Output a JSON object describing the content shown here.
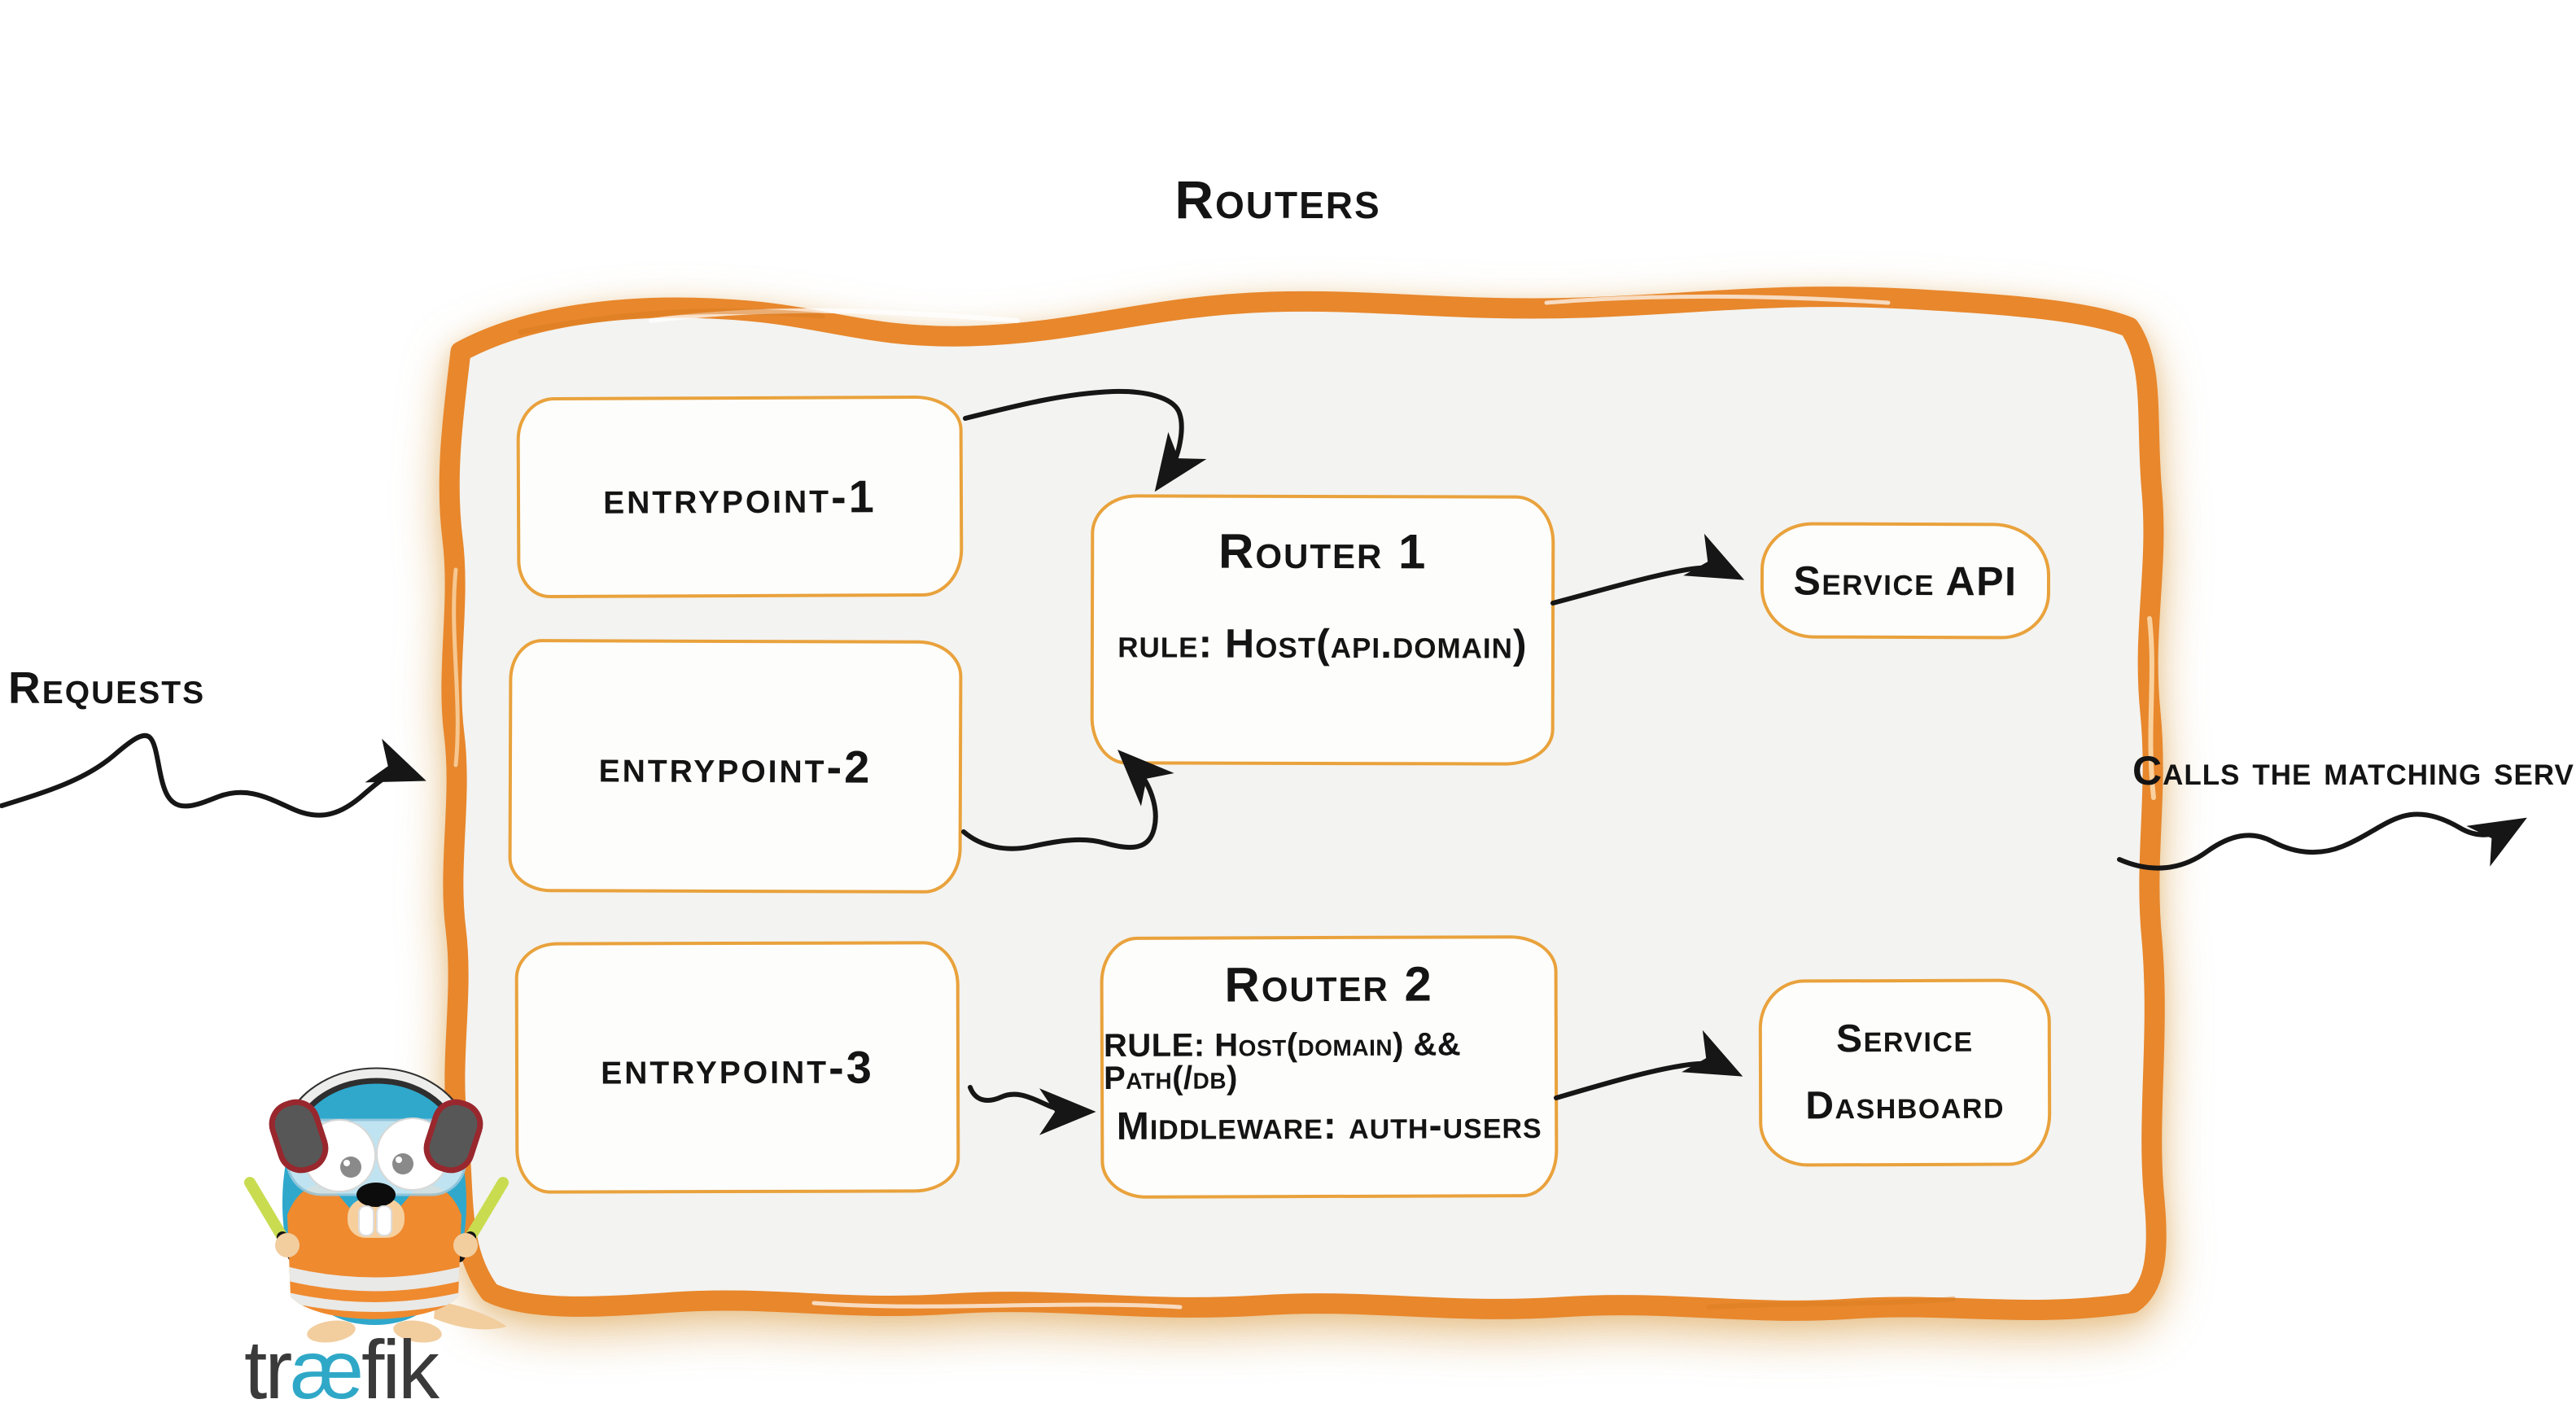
{
  "diagram": {
    "title": "Routers",
    "left_label": "Requests",
    "right_label": "Calls the matching server",
    "entrypoints": [
      {
        "label": "entrypoint-1"
      },
      {
        "label": "entrypoint-2"
      },
      {
        "label": "entrypoint-3"
      }
    ],
    "routers": [
      {
        "title": "Router 1",
        "rule": "rule: Host(api.domain)"
      },
      {
        "title": "Router 2",
        "rule": "RULE: Host(domain) && Path(/db)",
        "middleware": "Middleware: auth-users"
      }
    ],
    "services": {
      "api": {
        "label": "Service API"
      },
      "dashboard": {
        "line1": "Service",
        "line2": "Dashboard"
      }
    },
    "connections": [
      {
        "from": "requests",
        "to": "routers-container"
      },
      {
        "from": "entrypoint-1",
        "to": "router-1"
      },
      {
        "from": "entrypoint-2",
        "to": "router-1"
      },
      {
        "from": "entrypoint-3",
        "to": "router-2"
      },
      {
        "from": "router-1",
        "to": "service-api"
      },
      {
        "from": "router-2",
        "to": "service-dashboard"
      },
      {
        "from": "routers-container",
        "to": "matching-server"
      }
    ],
    "logo": {
      "wordmark": {
        "tr": "tr",
        "ae": "æ",
        "fik": "fik"
      }
    },
    "colors": {
      "container_border": "#E8872C",
      "container_fill": "#F3F3F1",
      "box_border": "#E9A23C",
      "arrow": "#161616",
      "text": "#141414",
      "logo_teal": "#2FA8C7",
      "logo_dark": "#3A3A3A",
      "gopher_body": "#2FA8CC",
      "vest_orange": "#EF8A2F",
      "baton_green": "#C9DC50"
    }
  }
}
